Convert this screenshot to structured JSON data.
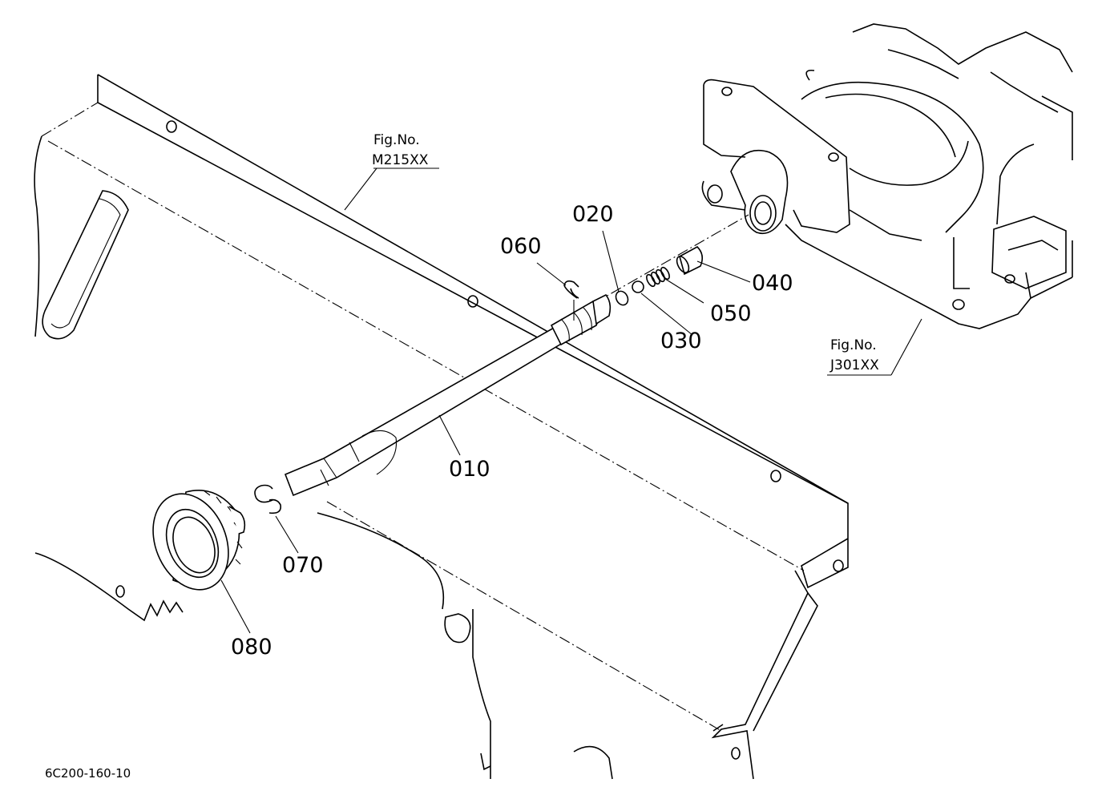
{
  "parts": [
    {
      "id": "010",
      "label": "010"
    },
    {
      "id": "020",
      "label": "020"
    },
    {
      "id": "030",
      "label": "030"
    },
    {
      "id": "040",
      "label": "040"
    },
    {
      "id": "050",
      "label": "050"
    },
    {
      "id": "060",
      "label": "060"
    },
    {
      "id": "070",
      "label": "070"
    },
    {
      "id": "080",
      "label": "080"
    }
  ],
  "figure_refs": [
    {
      "title": "Fig.No.",
      "number": "M215XX"
    },
    {
      "title": "Fig.No.",
      "number": "J301XX"
    }
  ],
  "drawing_code": "6C200-160-10"
}
